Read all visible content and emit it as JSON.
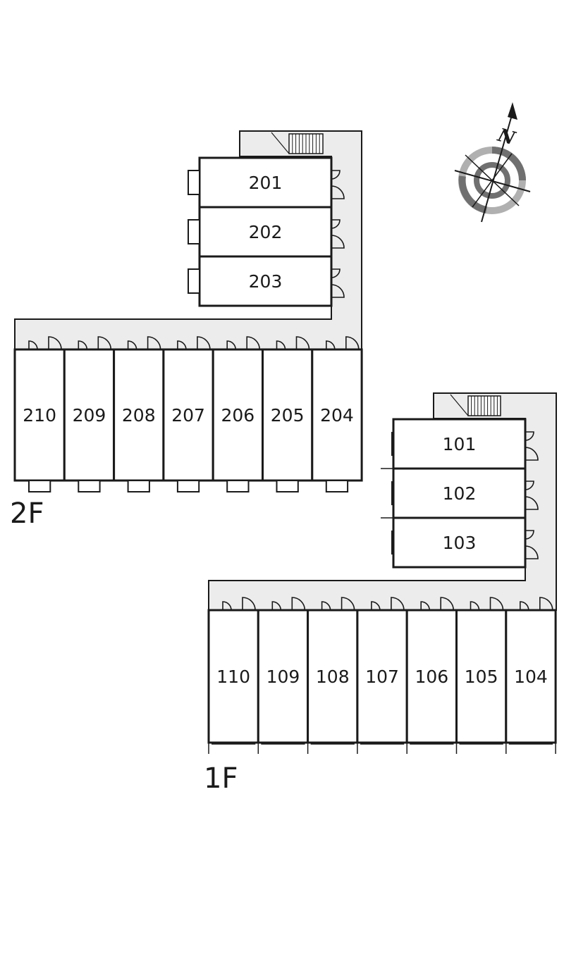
{
  "floors": {
    "second": {
      "label": "2F",
      "upper_rooms": [
        "201",
        "202",
        "203"
      ],
      "row_rooms": [
        "210",
        "209",
        "208",
        "207",
        "206",
        "205",
        "204"
      ]
    },
    "first": {
      "label": "1F",
      "upper_rooms": [
        "101",
        "102",
        "103"
      ],
      "row_rooms": [
        "110",
        "109",
        "108",
        "107",
        "106",
        "105",
        "104"
      ]
    }
  },
  "compass": {
    "label": "N"
  },
  "colors": {
    "corridor": "#ececec",
    "wall": "#1a1a1a",
    "compass_light": "#b0b0b0",
    "compass_dark": "#707070"
  }
}
